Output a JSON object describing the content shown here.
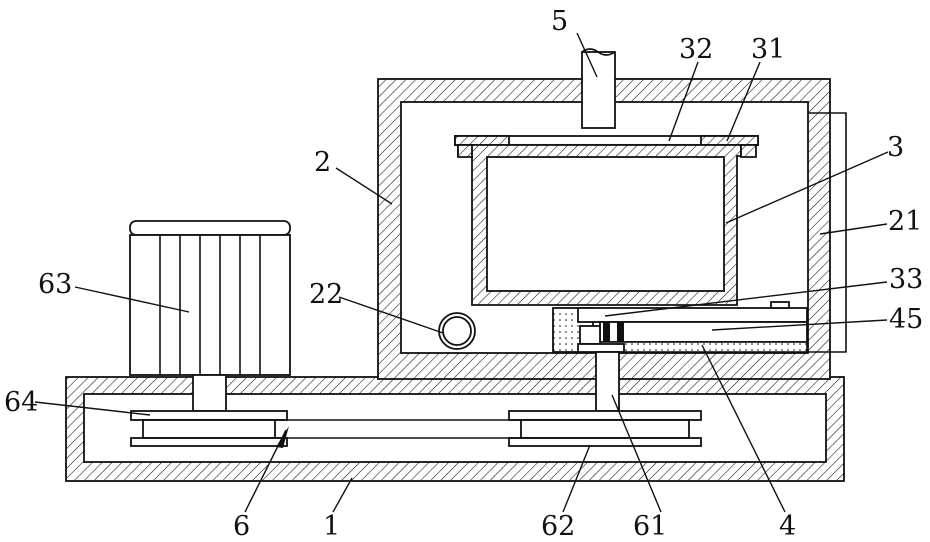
{
  "labels": {
    "l5": "5",
    "l32": "32",
    "l31": "31",
    "l2": "2",
    "l3": "3",
    "l21": "21",
    "l63": "63",
    "l22": "22",
    "l33": "33",
    "l45": "45",
    "l64": "64",
    "l6": "6",
    "l1": "1",
    "l62": "62",
    "l61": "61",
    "l4": "4"
  }
}
